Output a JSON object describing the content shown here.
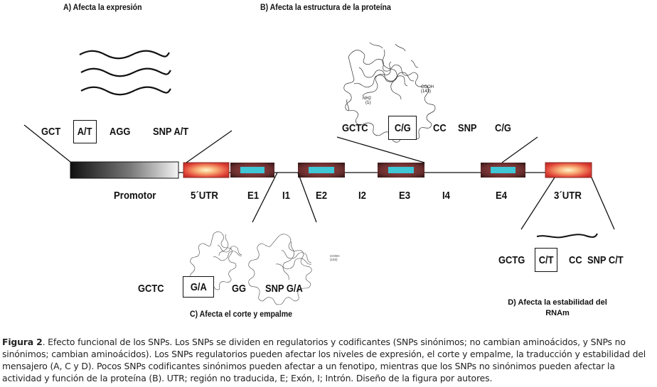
{
  "titles": {
    "a": "A) Afecta la expresión",
    "b": "B) Afecta la estructura de la proteína",
    "c": "C) Afecta el corte y empalme",
    "d_line1": "D) Afecta la estabilidad del",
    "d_line2": "RNAm"
  },
  "seq_a": {
    "left": "GCT",
    "box": "A/T",
    "right": "AGG",
    "snp": "SNP A/T"
  },
  "seq_b": {
    "left": "GCTC",
    "box": "C/G",
    "right": "CC",
    "snp": "SNP",
    "snp_val": "C/G"
  },
  "seq_c": {
    "left": "GCTC",
    "box": "G/A",
    "right": "GG",
    "snp": "SNP G/A"
  },
  "seq_d": {
    "left": "GCTG",
    "box": "C/T",
    "right": "CC",
    "snp": "SNP C/T"
  },
  "regions": {
    "promotor": "Promotor",
    "utr5": "5´UTR",
    "e1": "E1",
    "i1": "I1",
    "e2": "E2",
    "i2": "I2",
    "e3": "E3",
    "i4": "I4",
    "e4": "E4",
    "utr3": "3´UTR"
  },
  "protein_labels": {
    "nh2": "NH2",
    "nh2_num": "(1)",
    "cooh": "COOH",
    "cooh_num": "(143)",
    "cooh_c": "COOH",
    "cooh_c_num": "(102)"
  },
  "caption": {
    "label": "Figura 2",
    "text": ". Efecto funcional de los SNPs. Los SNPs se dividen en regulatorios y codificantes (SNPs sinónimos; no cambian aminoácidos, y SNPs no sinónimos; cambian aminoácidos). Los SNPs regulatorios pueden afectar los niveles de expresión, el corte y empalme, la traducción y estabilidad del mensajero (A, C y D). Pocos SNPs codificantes sinónimos pueden afectar a un fenotipo, mientras que los SNPs no sinónimos pueden afectar la actividad y función de la proteína (B). UTR; región no traducida, E; Exón, I; Intrón. Diseño de la figura por autores."
  },
  "colors": {
    "utr_red": "#e2483a",
    "exon_dark": "#5a2a2a",
    "exon_core": "#3ec7d6",
    "promoter_dark": "#1a1a1a"
  }
}
